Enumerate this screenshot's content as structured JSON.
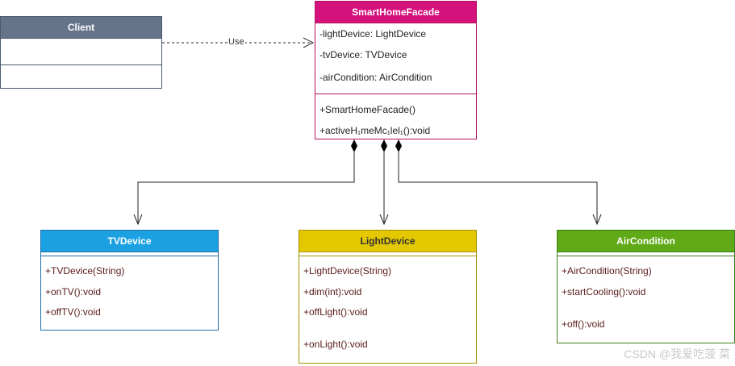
{
  "client": {
    "name": "Client"
  },
  "facade": {
    "name": "SmartHomeFacade",
    "attributes": [
      "-lightDevice: LightDevice",
      "-tvDevice: TVDevice",
      "-airCondition: AirCondition"
    ],
    "operations": [
      "+SmartHomeFacade()",
      "+activeH₁meMc₁lel₁():void"
    ]
  },
  "tv_device": {
    "name": "TVDevice",
    "operations": [
      "+TVDevice(String)",
      "+onTV():void",
      "+offTV():void"
    ]
  },
  "light_device": {
    "name": "LightDevice",
    "operations": [
      "+LightDevice(String)",
      "+dim(int):void",
      "+offLight():void",
      "+onLight():void"
    ]
  },
  "air_condition": {
    "name": "AirCondition",
    "operations": [
      "+AirCondition(String)",
      "+startCooling():void",
      "+off():void"
    ]
  },
  "relations": {
    "use_label": "Use"
  },
  "watermark": "CSDN @我爱吃菠 菜"
}
